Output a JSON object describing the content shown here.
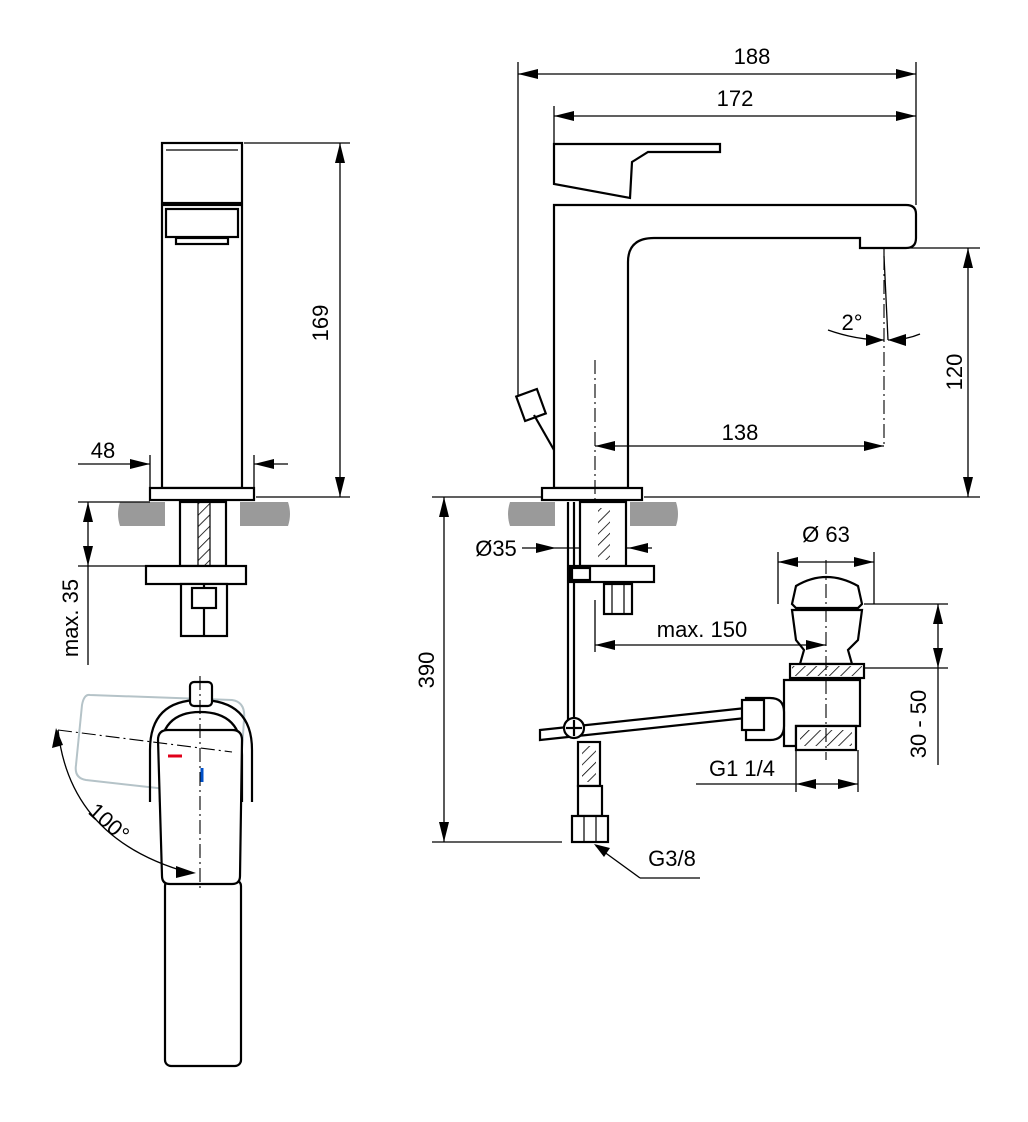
{
  "dimensions": {
    "d_188": "188",
    "d_172": "172",
    "d_169": "169",
    "d_48": "48",
    "d_max35": "max. 35",
    "d_2deg": "2°",
    "d_120": "120",
    "d_138": "138",
    "d_390": "390",
    "d_dia35": "Ø35",
    "d_dia63": "Ø 63",
    "d_max150": "max. 150",
    "d_30_50": "30 - 50",
    "d_g114": "G1 1/4",
    "d_g38": "G3/8",
    "d_100deg": "100°"
  },
  "colors": {
    "hot_marker": "#e0001a",
    "cold_marker": "#0050c8",
    "floor": "#9a9a9a",
    "handle_ghost": "#b5c3c8"
  }
}
